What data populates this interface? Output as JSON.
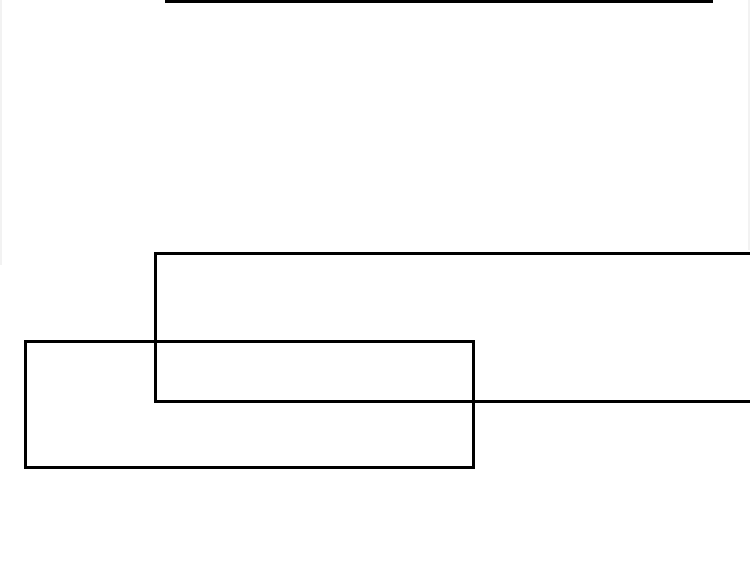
{
  "canvas": {
    "background": "#ffffff",
    "stroke_color": "#000000"
  },
  "shapes": [
    {
      "kind": "rectangle",
      "name": "top-rectangle-partial"
    },
    {
      "kind": "rectangle",
      "name": "right-rectangle"
    },
    {
      "kind": "rectangle",
      "name": "left-rectangle"
    }
  ]
}
